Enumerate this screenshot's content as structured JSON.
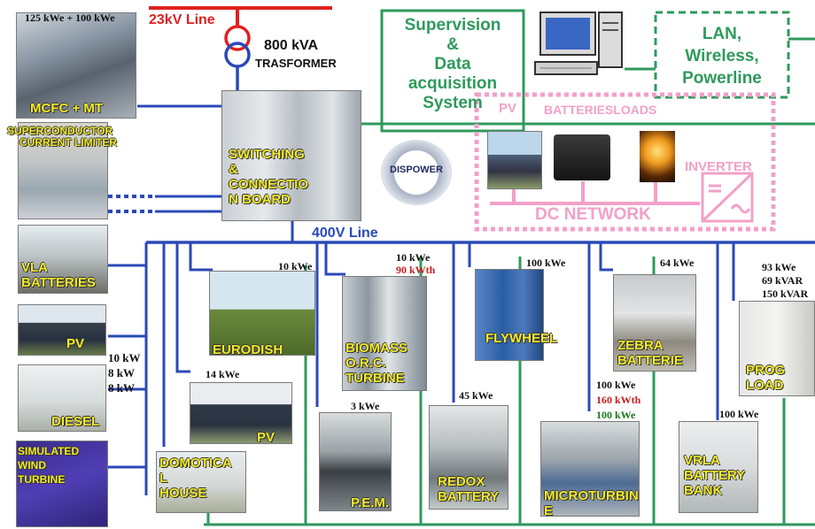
{
  "lines": {
    "hv_line": "23kV Line",
    "lv_line": "400V Line",
    "transformer_rating": "800 kVA",
    "transformer_label": "TRASFORMER",
    "dc_network": "DC NETWORK"
  },
  "boxes": {
    "supervision": [
      "Supervision",
      "&",
      "Data",
      "acquisition",
      "System"
    ],
    "lan": [
      "LAN,",
      "Wireless,",
      "Powerline"
    ],
    "dispower_logo": "DISPOWER"
  },
  "dc_side": {
    "pv": "PV",
    "batteries_loads": "BATTERIESLOADS",
    "inverter": "INVERTER"
  },
  "left_column": {
    "mcfc_rating": "125 kWe + 100 kWe",
    "mcfc_label": "MCFC + MT",
    "fcl_label": [
      "SUPERCONDUCTOR",
      "CURRENT LIMITER"
    ],
    "switching_label": [
      "SWITCHING",
      "&",
      "CONNECTIO",
      "N BOARD"
    ],
    "vla_label": [
      "VLA",
      "BATTERIES"
    ],
    "pv_label": "PV",
    "diesel_label": "DIESEL",
    "ratings_stack": [
      "10 kW",
      "8 kW",
      "8 kW"
    ],
    "wind_label": [
      "SIMULATED",
      "WIND",
      "TURBINE"
    ]
  },
  "loads": [
    {
      "id": "eurodish",
      "label": [
        "EURODISH"
      ],
      "rating": [
        "10 kWe"
      ]
    },
    {
      "id": "pv2",
      "label": [
        "PV"
      ],
      "rating": [
        "14 kWe"
      ]
    },
    {
      "id": "domotica",
      "label": [
        "DOMOTICA",
        "L",
        "HOUSE"
      ],
      "rating": []
    },
    {
      "id": "biomass",
      "label": [
        "BIOMASS",
        "O.R.C.",
        "TURBINE"
      ],
      "rating": [
        "10 kWe",
        "90 kWth"
      ]
    },
    {
      "id": "pem",
      "label": [
        "P.E.M."
      ],
      "rating": [
        "3 kWe"
      ]
    },
    {
      "id": "flywheel",
      "label": [
        "FLYWHEEL"
      ],
      "rating": [
        "100 kWe"
      ]
    },
    {
      "id": "redox",
      "label": [
        "REDOX",
        "BATTERY"
      ],
      "rating": [
        "45 kWe"
      ]
    },
    {
      "id": "zebra",
      "label": [
        "ZEBRA",
        "BATTERIE"
      ],
      "rating": [
        "64 kWe"
      ]
    },
    {
      "id": "microturbine",
      "label": [
        "MICROTURBIN",
        "E"
      ],
      "rating": [
        "100 kWe",
        "160 kWth",
        "100 kWe"
      ]
    },
    {
      "id": "prog",
      "label": [
        "PROG",
        "LOAD"
      ],
      "rating": [
        "93 kWe",
        "69 kVAR",
        "150 kVAR"
      ]
    },
    {
      "id": "vrla",
      "label": [
        "VRLA",
        "BATTERY",
        "BANK"
      ],
      "rating": [
        "100 kWe"
      ]
    }
  ],
  "colors": {
    "hv_red": "#e02020",
    "bus_blue": "#2a49b8",
    "green": "#2e9a5c",
    "pink": "#f2a0c8",
    "label_yellow": "#f2ea2a"
  }
}
